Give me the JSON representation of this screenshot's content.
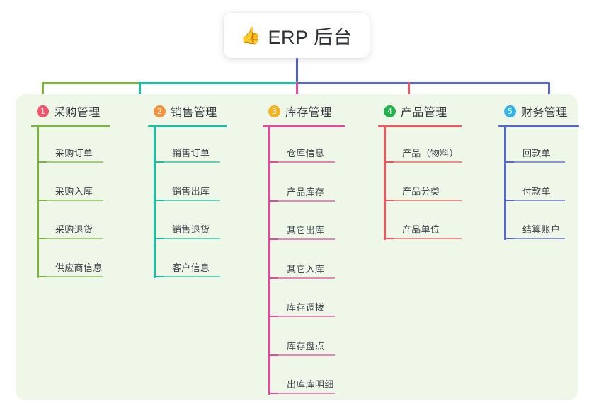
{
  "root": {
    "icon": "thumbs-up-icon",
    "icon_glyph": "👍",
    "title": "ERP 后台",
    "stem_color": "#4f5fc4"
  },
  "board": {
    "background": "#eff7e9"
  },
  "trunk": {
    "segments": [
      {
        "name": "green-segment",
        "color": "#7cb342"
      },
      {
        "name": "teal-segment",
        "color": "#16c0a0"
      },
      {
        "name": "blue-segment",
        "color": "#5566cc"
      }
    ]
  },
  "columns": [
    {
      "number": "1",
      "badge_color": "#f2536d",
      "line_color": "#7cb342",
      "title": "采购管理",
      "drop_color": "#7cb342",
      "items": [
        {
          "label": "采购订单"
        },
        {
          "label": "采购入库"
        },
        {
          "label": "采购退货"
        },
        {
          "label": "供应商信息"
        }
      ]
    },
    {
      "number": "2",
      "badge_color": "#f5923e",
      "line_color": "#16c0a0",
      "title": "销售管理",
      "drop_color": "#16c0a0",
      "items": [
        {
          "label": "销售订单"
        },
        {
          "label": "销售出库"
        },
        {
          "label": "销售退货"
        },
        {
          "label": "客户信息"
        }
      ]
    },
    {
      "number": "3",
      "badge_color": "#f5b324",
      "line_color": "#e8479b",
      "title": "库存管理",
      "drop_color": "#e8479b",
      "items": [
        {
          "label": "仓库信息"
        },
        {
          "label": "产品库存"
        },
        {
          "label": "其它出库"
        },
        {
          "label": "其它入库"
        },
        {
          "label": "库存调拨"
        },
        {
          "label": "库存盘点"
        },
        {
          "label": "出库库明细"
        }
      ]
    },
    {
      "number": "4",
      "badge_color": "#22b24c",
      "line_color": "#f4545c",
      "title": "产品管理",
      "drop_color": "#f4545c",
      "items": [
        {
          "label": "产品（物料）"
        },
        {
          "label": "产品分类"
        },
        {
          "label": "产品单位"
        }
      ]
    },
    {
      "number": "5",
      "badge_color": "#35b3e8",
      "line_color": "#5566cc",
      "title": "财务管理",
      "drop_color": "#5566cc",
      "items": [
        {
          "label": "回款单"
        },
        {
          "label": "付款单"
        },
        {
          "label": "结算账户"
        }
      ]
    }
  ]
}
